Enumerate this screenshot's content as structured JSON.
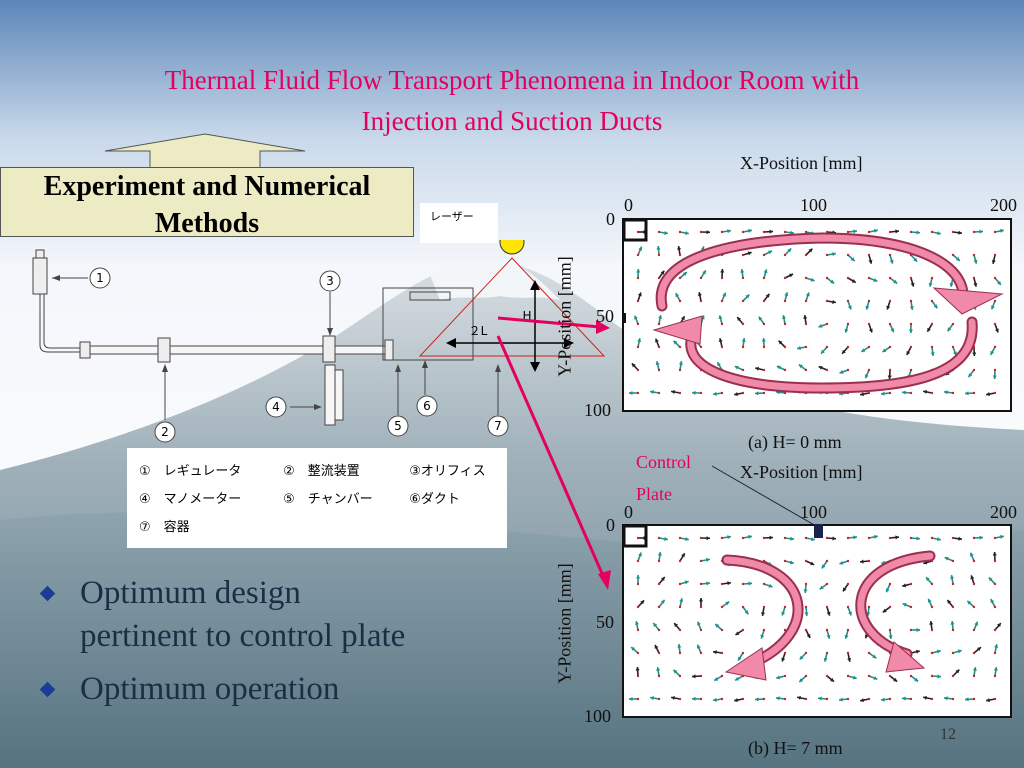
{
  "slide": {
    "title_line1": "Thermal Fluid Flow Transport Phenomena in Indoor Room with",
    "title_line2": "Injection and Suction Ducts",
    "banner_line1": "Experiment and Numerical",
    "banner_line2": "Methods",
    "page_number": "12"
  },
  "apparatus": {
    "laser_label": "レーザー",
    "h_label": "H",
    "two_l_label": "２L",
    "callouts": [
      "1",
      "2",
      "3",
      "4",
      "5",
      "6",
      "7"
    ],
    "legend": {
      "row1": [
        "①　レギュレータ",
        "②　整流装置",
        "③オリフィス"
      ],
      "row2": [
        "④　マノメーター",
        "⑤　チャンバー",
        "⑥ダクト"
      ],
      "row3": [
        "⑦　容器"
      ]
    }
  },
  "plots": {
    "x_axis_label": "X-Position [mm]",
    "y_axis_label": "Y-Position [mm]",
    "x_ticks": [
      "0",
      "100",
      "200"
    ],
    "y_ticks": [
      "0",
      "50",
      "100"
    ],
    "plot_a_caption": "(a)  H= 0 mm",
    "plot_b_caption": "(b)  H= 7 mm",
    "control_plate_line1": "Control",
    "control_plate_line2": "Plate"
  },
  "bullets": {
    "item1_line1": "Optimum design",
    "item1_line2": "pertinent to control plate",
    "item2": "Optimum operation"
  },
  "colors": {
    "title": "#e3005f",
    "banner_bg": "#ecebc4",
    "bullet_text": "#1a2e44",
    "bullet_marker": "#1a3d99",
    "arrow_pink": "#e0507a",
    "vector_teal": "#1f8f8a"
  }
}
